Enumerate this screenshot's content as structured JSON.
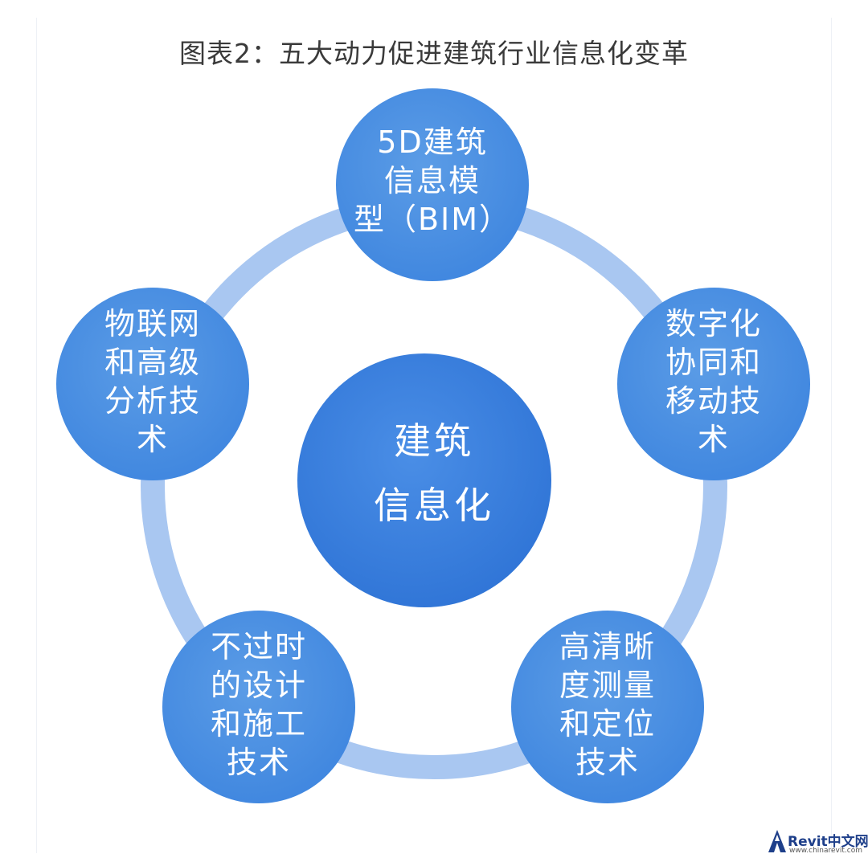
{
  "title": "图表2：五大动力促进建筑行业信息化变革",
  "center": {
    "lines": [
      "建筑",
      "信息化"
    ]
  },
  "nodes": [
    {
      "lines": [
        "5D建筑",
        "信息模",
        "型（BIM）"
      ]
    },
    {
      "lines": [
        "数字化",
        "协同和",
        "移动技",
        "术"
      ]
    },
    {
      "lines": [
        "高清晰",
        "度测量",
        "和定位",
        "技术"
      ]
    },
    {
      "lines": [
        "不过时",
        "的设计",
        "和施工",
        "技术"
      ]
    },
    {
      "lines": [
        "物联网",
        "和高级",
        "分析技",
        "术"
      ]
    }
  ],
  "watermark": {
    "brand": "Revit中文网",
    "url": "www.chinarevit.com"
  },
  "colors": {
    "node": "#4a8fe0",
    "center": "#3a7fdd",
    "ring": "#9fc0ef"
  }
}
